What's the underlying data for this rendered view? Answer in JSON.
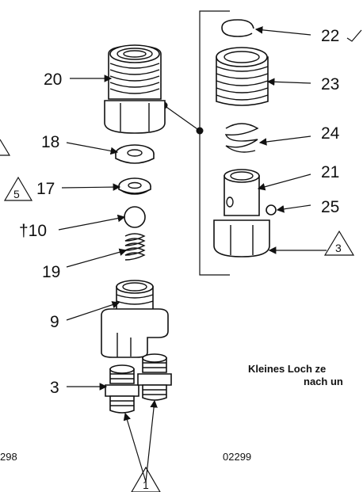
{
  "callouts": {
    "c20": "20",
    "c18": "18",
    "c17": "17",
    "c10": "†10",
    "c19": "19",
    "c9": "9",
    "c3": "3",
    "c22": "22",
    "c23": "23",
    "c24": "24",
    "c21": "21",
    "c25": "25"
  },
  "warning_triangles": {
    "t5": "5",
    "t3": "3",
    "t1": "1"
  },
  "note_text": {
    "line1": "Kleines Loch ze",
    "line2": "nach un"
  },
  "figure_ids": {
    "left": "298",
    "right": "02299"
  }
}
